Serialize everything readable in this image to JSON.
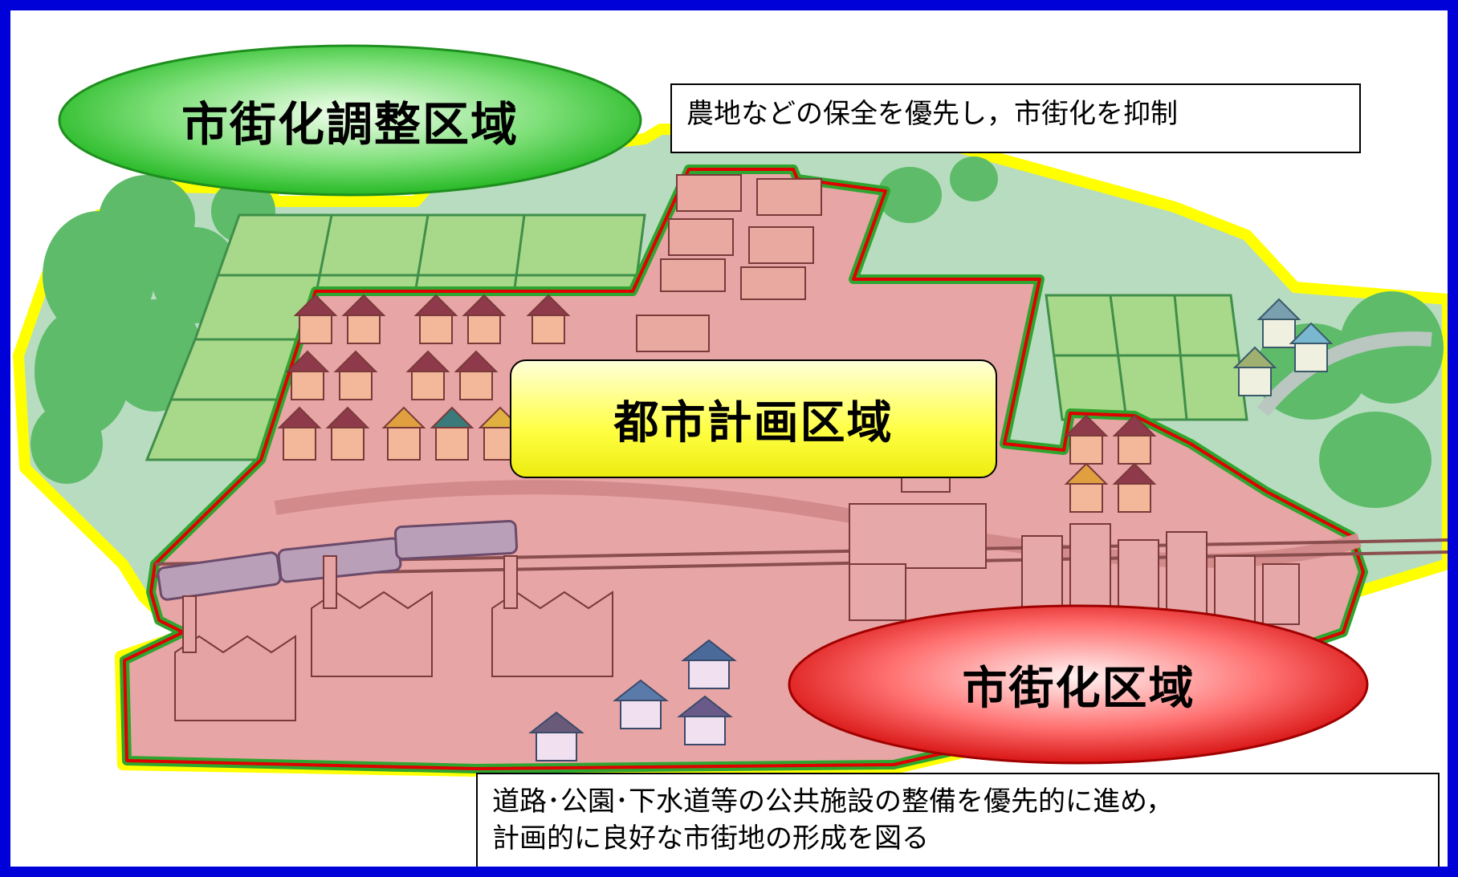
{
  "labels": {
    "urbanization_control_area": "市街化調整区域",
    "city_planning_area": "都市計画区域",
    "urbanization_promotion_area": "市街化区域"
  },
  "notes": {
    "control_note": "農地などの保全を優先し，市街化を抑制",
    "promotion_note_line1": "道路･公園･下水道等の公共施設の整備を優先的に進め，",
    "promotion_note_line2": "計画的に良好な市街地の形成を図る"
  },
  "colors": {
    "frame": "#0000d8",
    "control_boundary": "#ffff00",
    "promotion_boundary_outer": "#2ea52e",
    "promotion_boundary_inner": "#e00000",
    "control_label_fill": "#22d022",
    "planning_label_fill": "#ffff33",
    "promotion_label_fill": "#e81010"
  }
}
